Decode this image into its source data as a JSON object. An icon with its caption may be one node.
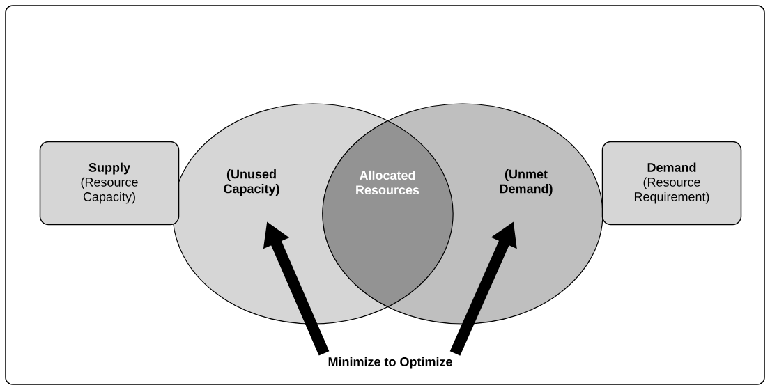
{
  "diagram": {
    "nodes": [
      {
        "text": [
          "Supply",
          "(Resource Capacity)"
        ]
      },
      {
        "text": [
          "(Unused Capacity)"
        ]
      },
      {
        "text": [
          "Allocated Resources"
        ]
      },
      {
        "text": [
          "(Unmet Demand)"
        ]
      },
      {
        "text": [
          "Demand",
          "(Resource Requirement)"
        ]
      },
      {
        "text": [
          "Minimize to Optimize"
        ]
      }
    ],
    "edges": [
      {
        "from": 5,
        "to": 1,
        "arrow": "to"
      },
      {
        "from": 5,
        "to": 3,
        "arrow": "to"
      }
    ]
  }
}
